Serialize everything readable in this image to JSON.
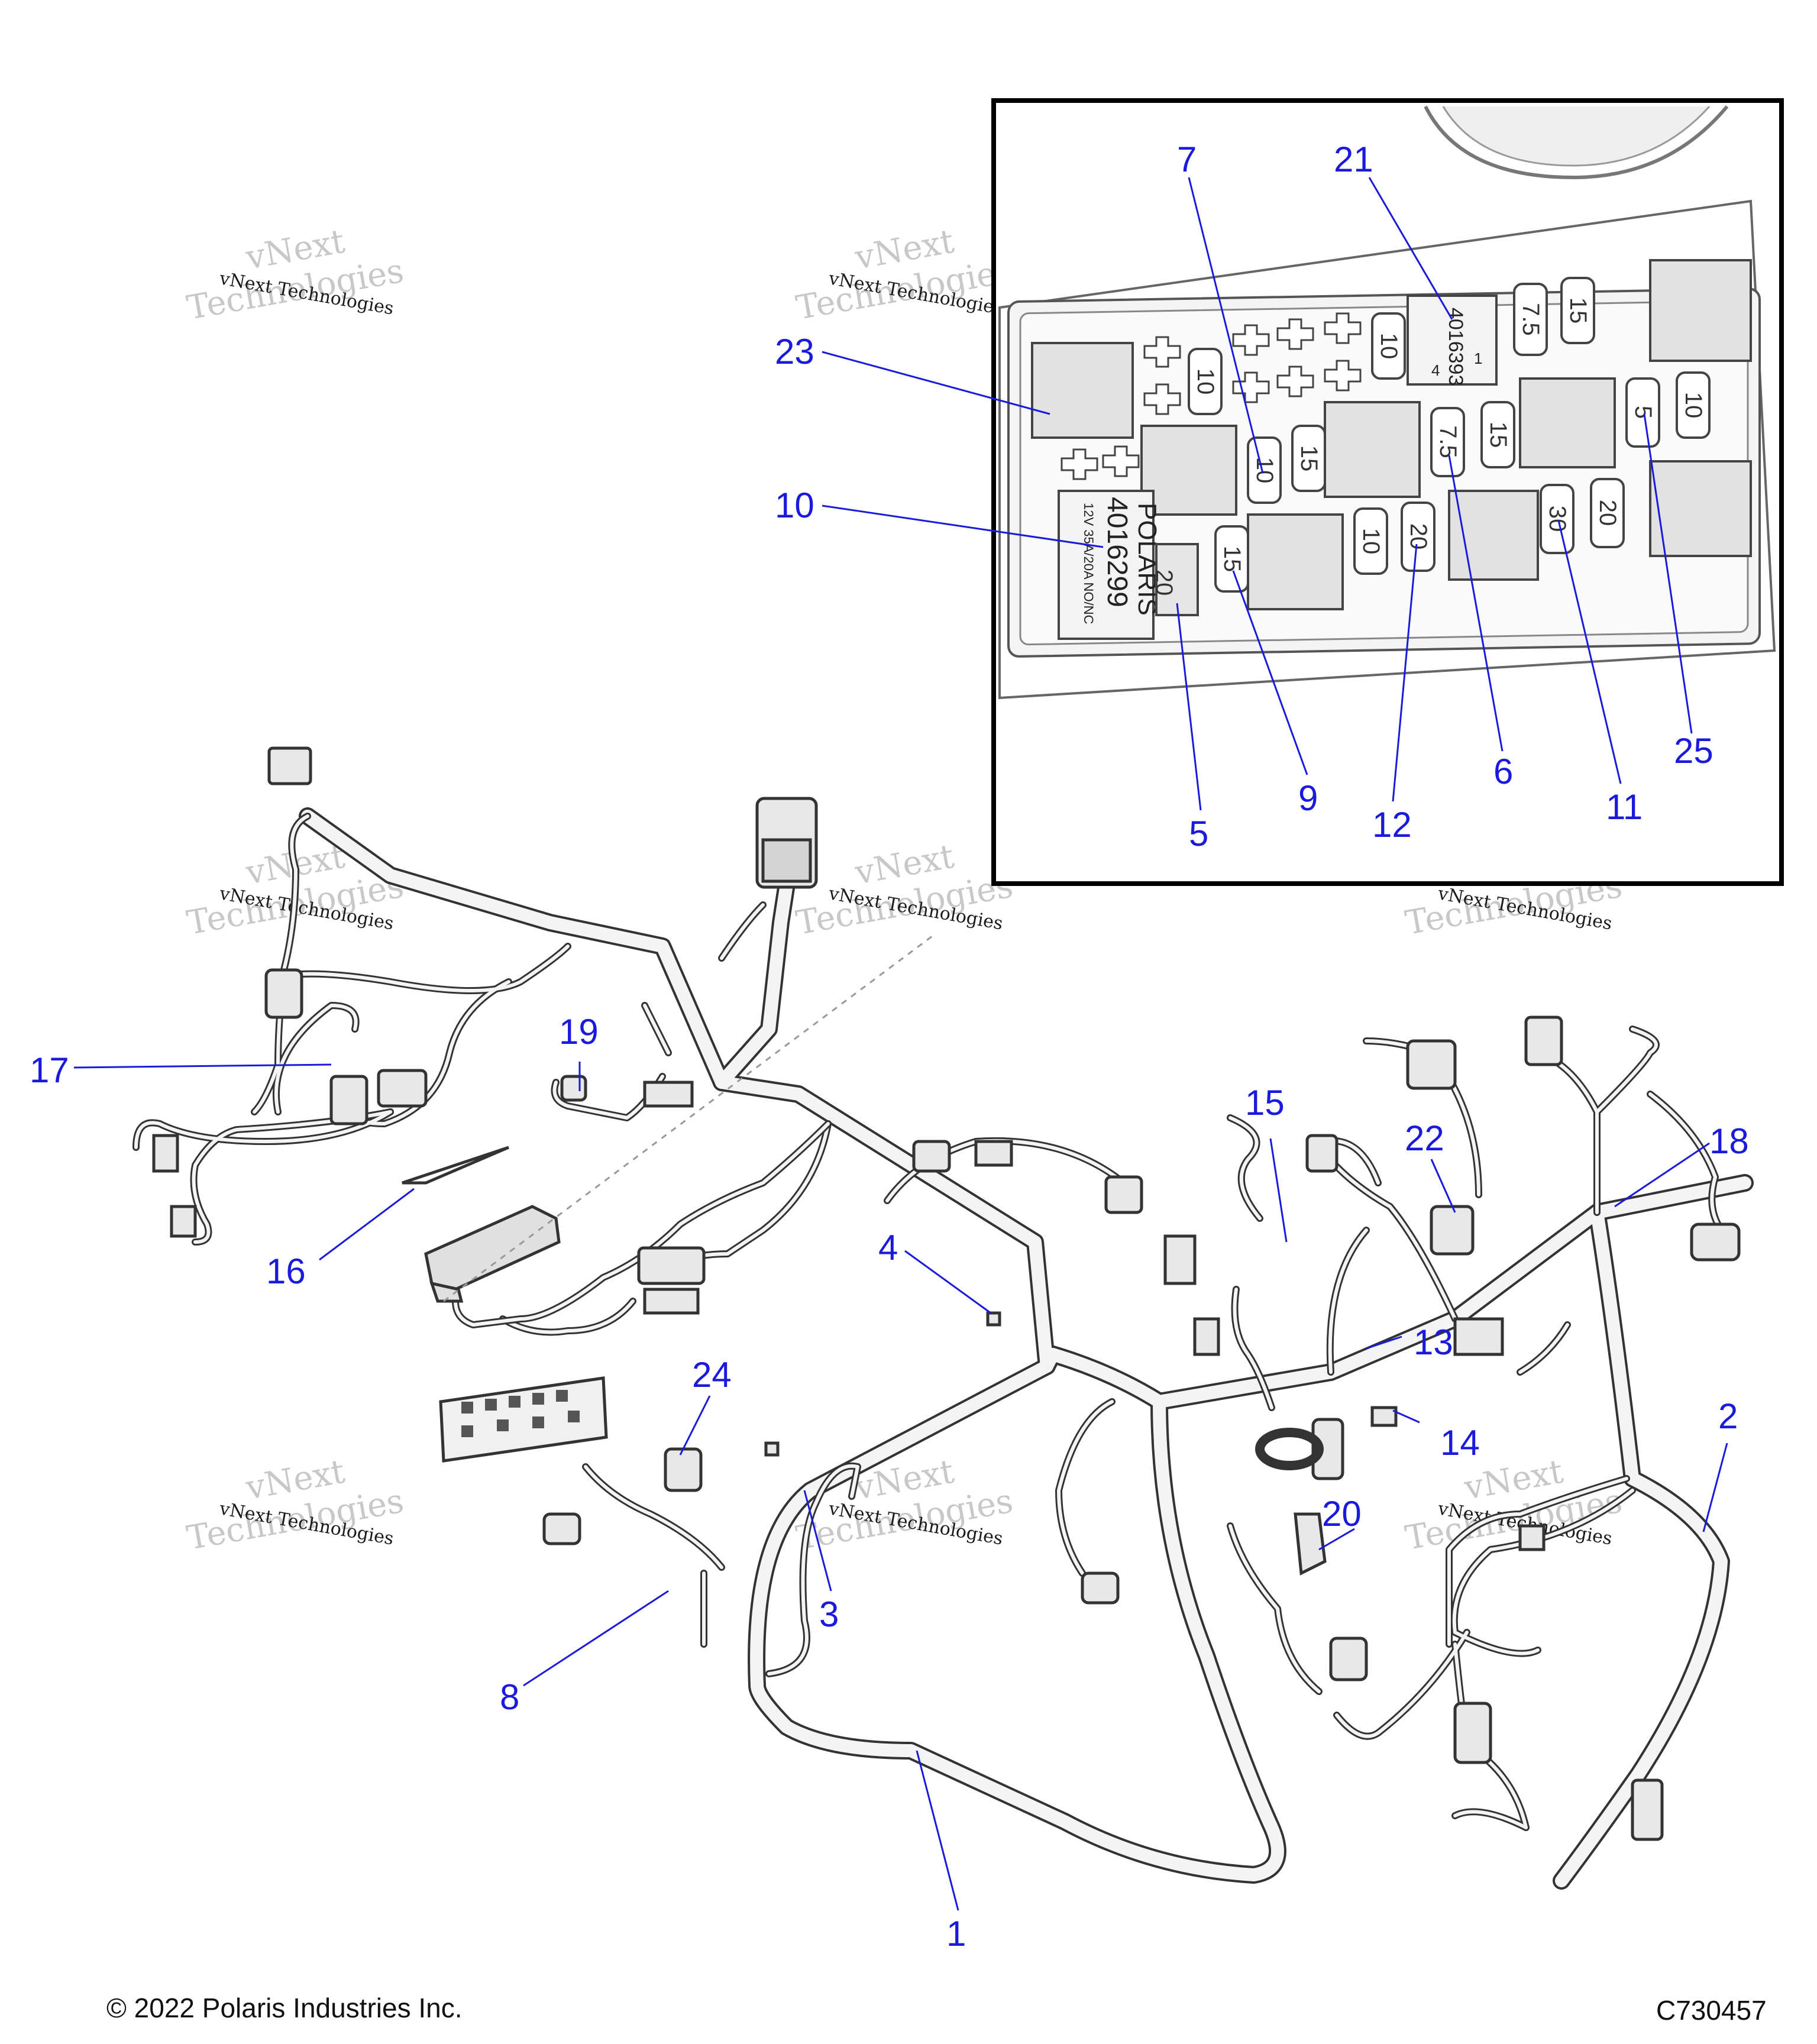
{
  "copyright": "© 2022 Polaris Industries Inc.",
  "drawing_id": "C730457",
  "watermark": {
    "line1": "vNext",
    "line2": "Technologies",
    "small": "vNext Technologies"
  },
  "callouts": {
    "c1": "1",
    "c2": "2",
    "c3": "3",
    "c4": "4",
    "c5": "5",
    "c6": "6",
    "c7": "7",
    "c8": "8",
    "c9": "9",
    "c10": "10",
    "c11": "11",
    "c12": "12",
    "c13": "13",
    "c14": "14",
    "c15": "15",
    "c16": "16",
    "c17": "17",
    "c18": "18",
    "c19": "19",
    "c20": "20",
    "c21": "21",
    "c22": "22",
    "c23": "23",
    "c24": "24",
    "c25": "25"
  },
  "fuse_box": {
    "relay_brand": "POLARIS",
    "relay_part": "4016299",
    "relay_rating": "12V 35A/20A NO/NC",
    "fuse_part": "4016393",
    "pin_1": "1",
    "pin_4": "4",
    "fuses": {
      "f5": "20",
      "f9": "15",
      "f10a": "10",
      "f12": "20",
      "f11": "30",
      "f20b": "20",
      "f7": "10",
      "f15a": "15",
      "f6": "7.5",
      "f15b": "15",
      "f25": "5",
      "f10b": "10",
      "f10c": "10",
      "f10d": "10",
      "f75": "7.5",
      "f15c": "15"
    }
  }
}
